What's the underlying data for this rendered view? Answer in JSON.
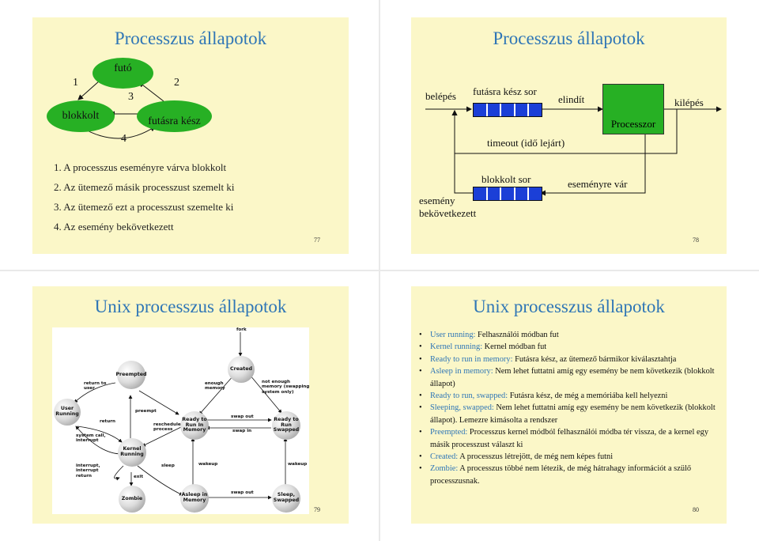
{
  "slide77": {
    "title": "Processzus állapotok",
    "states": {
      "running": "futó",
      "blocked": "blokkolt",
      "ready": "futásra kész"
    },
    "transitions": [
      "1",
      "2",
      "3",
      "4"
    ],
    "steps": [
      "1.  A processzus eseményre várva blokkolt",
      "2.  Az ütemező másik processzust szemelt ki",
      "3.  Az ütemező ezt a processzust szemelte ki",
      "4.  Az esemény bekövetkezett"
    ],
    "page": "77"
  },
  "slide78": {
    "title": "Processzus állapotok",
    "entry": "belépés",
    "ready_queue": "futásra kész sor",
    "dispatch": "elindít",
    "processor": "Processzor",
    "exit": "kilépés",
    "timeout": "timeout (idő lejárt)",
    "blocked_queue": "blokkolt sor",
    "wait_event": "eseményre vár",
    "event_line1": "esemény",
    "event_line2": "bekövetkezett",
    "page": "78",
    "colors": {
      "queue": "#1b3fd7",
      "processor": "#27b024"
    }
  },
  "slide79": {
    "title": "Unix processzus állapotok",
    "page": "79",
    "nodes": {
      "user_running": "User Running",
      "kernel_running": "Kernel Running",
      "preempted": "Preempted",
      "created": "Created",
      "ready_mem": "Ready to Run In Memory",
      "ready_swapped": "Ready to Run Swapped",
      "asleep_mem": "Asleep in Memory",
      "sleep_swapped": "Sleep, Swapped",
      "zombie": "Zombie"
    },
    "edges": {
      "fork": "fork",
      "return_to_user": "return to user",
      "return": "return",
      "syscall": "system call, interrupt",
      "interrupt_return": "interrupt, interrupt return",
      "preempt": "preempt",
      "reschedule": "reschedule process",
      "enough_memory": "enough memory",
      "not_enough_memory": "not enough memory (swapping system only)",
      "swap_out": "swap out",
      "swap_in": "swap in",
      "sleep": "sleep",
      "wakeup": "wakeup",
      "exit": "exit"
    }
  },
  "slide80": {
    "title": "Unix processzus állapotok",
    "page": "80",
    "items": [
      {
        "term": "User running:",
        "text": " Felhasználói módban fut"
      },
      {
        "term": "Kernel running:",
        "text": " Kernel módban fut"
      },
      {
        "term": "Ready to run in memory:",
        "text": " Futásra kész, az ütemező bármikor kiválasztahtja"
      },
      {
        "term": "Asleep in memory:",
        "text": " Nem lehet futtatni amíg egy esemény be nem következik (blokkolt állapot)"
      },
      {
        "term": "Ready to run, swapped:",
        "text": " Futásra kész, de még a memóriába kell helyezni"
      },
      {
        "term": "Sleeping, swapped:",
        "text": " Nem lehet futtatni amíg egy esemény be nem következik (blokkolt állapot). Lemezre kimásolta a rendszer"
      },
      {
        "term": "Preempted:",
        "text": " Processzus kernel módból felhasználói módba tér vissza, de a kernel egy másik processzust választ ki"
      },
      {
        "term": "Created:",
        "text": " A processzus létrejött, de még nem képes futni"
      },
      {
        "term": "Zombie:",
        "text": " A processzus többé nem létezik, de még hátrahagy információt a szülő processzusnak."
      }
    ]
  }
}
